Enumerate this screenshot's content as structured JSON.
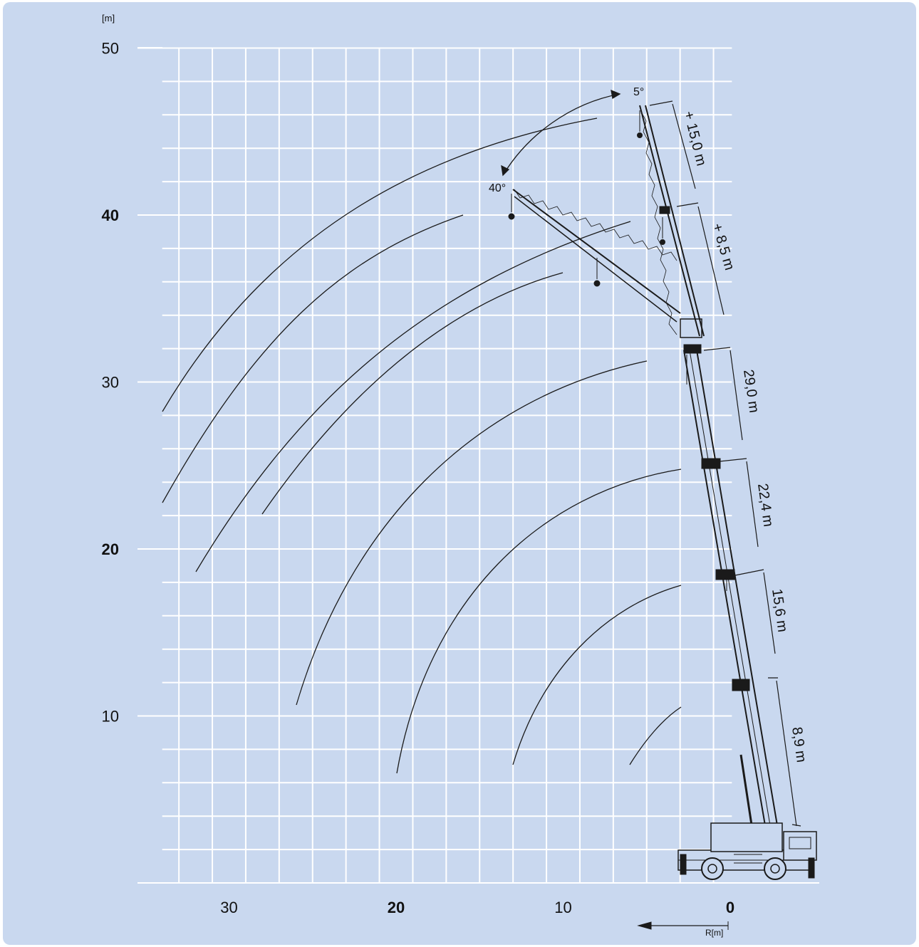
{
  "axes": {
    "y_unit": "[m]",
    "x_unit": "R[m]",
    "y_ticks": [
      {
        "value": 50,
        "label": "50",
        "bold": false
      },
      {
        "value": 40,
        "label": "40",
        "bold": true
      },
      {
        "value": 30,
        "label": "30",
        "bold": false
      },
      {
        "value": 20,
        "label": "20",
        "bold": true
      },
      {
        "value": 10,
        "label": "10",
        "bold": false
      }
    ],
    "x_ticks": [
      {
        "value": 30,
        "label": "30",
        "bold": false
      },
      {
        "value": 20,
        "label": "20",
        "bold": true
      },
      {
        "value": 10,
        "label": "10",
        "bold": false
      },
      {
        "value": 0,
        "label": "0",
        "bold": true
      }
    ],
    "y_range": [
      0,
      50
    ],
    "x_range": [
      -5,
      35
    ],
    "x_reversed": true,
    "grid_step": 2
  },
  "boom_sections": [
    {
      "label": "8,9 m"
    },
    {
      "label": "15,6 m"
    },
    {
      "label": "22,4 m"
    },
    {
      "label": "29,0 m"
    }
  ],
  "jib_extensions": [
    {
      "label": "+ 8,5 m"
    },
    {
      "label": "+ 15,0 m"
    }
  ],
  "jib_angles": [
    {
      "label": "5°"
    },
    {
      "label": "40°"
    }
  ],
  "colors": {
    "background": "#c9d8ef",
    "grid": "#ffffff",
    "lines": "#1a1a1a"
  }
}
